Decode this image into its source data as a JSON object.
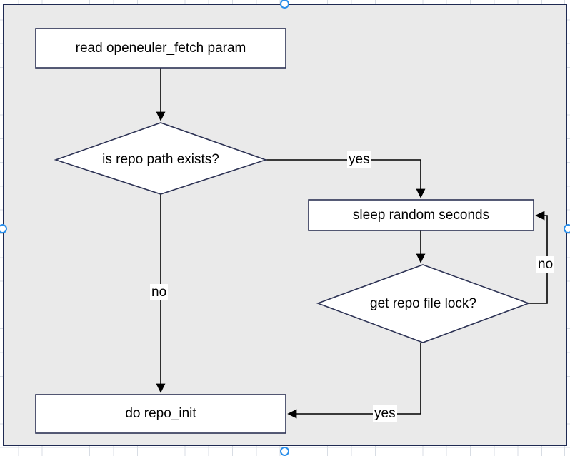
{
  "canvas": {
    "title": "flowchart-canvas",
    "background_color": "#ffffff",
    "selection_fill": "#eaeaea",
    "selection_border_color": "#1f2a52",
    "grid_color": "#d8dde4",
    "handle_color": "#2b8fea",
    "shape_stroke": "#2c3254",
    "shape_fill": "#ffffff",
    "connector_color": "#000000"
  },
  "diagram": {
    "type": "flowchart",
    "nodes": [
      {
        "id": "read-param",
        "shape": "process",
        "label": "read openeuler_fetch param"
      },
      {
        "id": "repo-path",
        "shape": "decision",
        "label": "is repo path exists?"
      },
      {
        "id": "sleep-random",
        "shape": "process",
        "label": "sleep random seconds"
      },
      {
        "id": "repo-file-lock",
        "shape": "decision",
        "label": "get repo file lock?"
      },
      {
        "id": "do-repo-init",
        "shape": "process",
        "label": "do repo_init"
      }
    ],
    "edges": [
      {
        "id": "e1",
        "from": "read-param",
        "to": "repo-path",
        "label": ""
      },
      {
        "id": "e2",
        "from": "repo-path",
        "to": "sleep-random",
        "label": "yes"
      },
      {
        "id": "e3",
        "from": "repo-path",
        "to": "do-repo-init",
        "label": "no"
      },
      {
        "id": "e4",
        "from": "sleep-random",
        "to": "repo-file-lock",
        "label": ""
      },
      {
        "id": "e5",
        "from": "repo-file-lock",
        "to": "sleep-random",
        "label": "no"
      },
      {
        "id": "e6",
        "from": "repo-file-lock",
        "to": "do-repo-init",
        "label": "yes"
      }
    ],
    "labels": {
      "yes_top": "yes",
      "no_left": "no",
      "no_right": "no",
      "yes_bottom": "yes"
    }
  },
  "handles": [
    {
      "name": "handle-top",
      "position": "top-center"
    },
    {
      "name": "handle-left",
      "position": "middle-left"
    },
    {
      "name": "handle-right",
      "position": "middle-right"
    },
    {
      "name": "handle-bottom",
      "position": "bottom-center"
    }
  ]
}
